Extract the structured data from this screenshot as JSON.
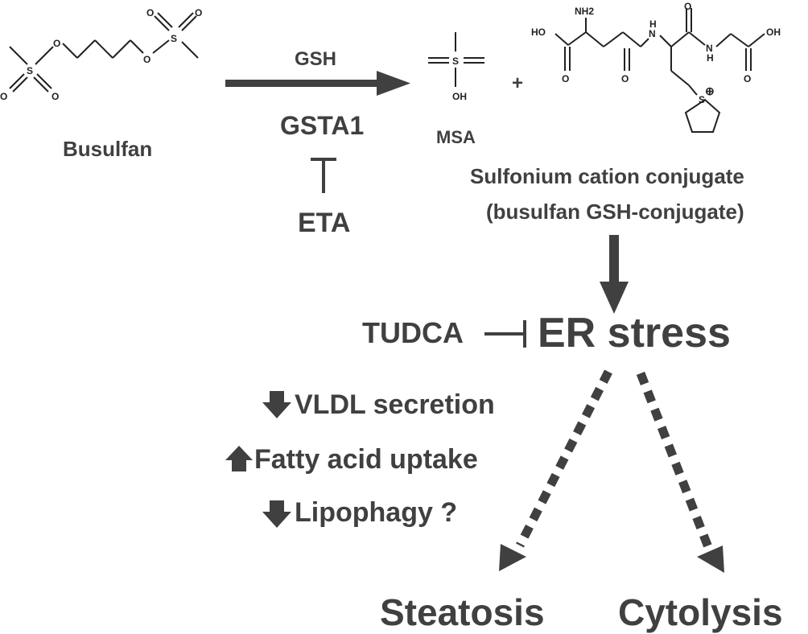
{
  "busulfan": {
    "name": "Busulfan"
  },
  "reaction": {
    "reagent": "GSH",
    "enzyme": "GSTA1",
    "inhibitor": "ETA"
  },
  "products": {
    "msa": "MSA",
    "plus": "+",
    "conjugate_line1": "Sulfonium cation conjugate",
    "conjugate_line2": "(busulfan GSH-conjugate)"
  },
  "er": {
    "inhibitor": "TUDCA",
    "label": "ER stress"
  },
  "effects": [
    {
      "direction": "down",
      "label": "VLDL secretion"
    },
    {
      "direction": "up",
      "label": "Fatty acid uptake"
    },
    {
      "direction": "down",
      "label": "Lipophagy ?"
    }
  ],
  "outcomes": {
    "left": "Steatosis",
    "right": "Cytolysis"
  },
  "atoms": {
    "O": "O",
    "S": "S",
    "OH": "OH",
    "HO": "HO",
    "NH2": "NH2",
    "N": "N",
    "H": "H",
    "S_plus": "⊕"
  },
  "colors": {
    "ink": "#404040",
    "structure": "#222222",
    "background": "#ffffff"
  }
}
